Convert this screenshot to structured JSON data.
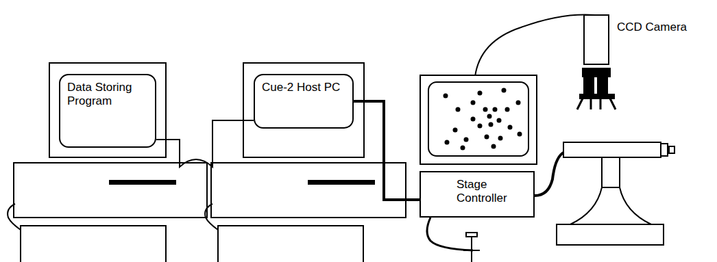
{
  "diagram": {
    "nodes": [
      {
        "text": [
          "Data Storing Program"
        ]
      },
      {
        "text": [
          "Cue-2 Host PC"
        ]
      },
      {
        "text": [
          "Stage Controller"
        ]
      }
    ],
    "edges": [
      {
        "from": 0,
        "to": 1,
        "arrow": "none"
      },
      {
        "from": 1,
        "to": 2,
        "arrow": "none"
      }
    ],
    "labels": [
      "CCD Camera"
    ]
  }
}
